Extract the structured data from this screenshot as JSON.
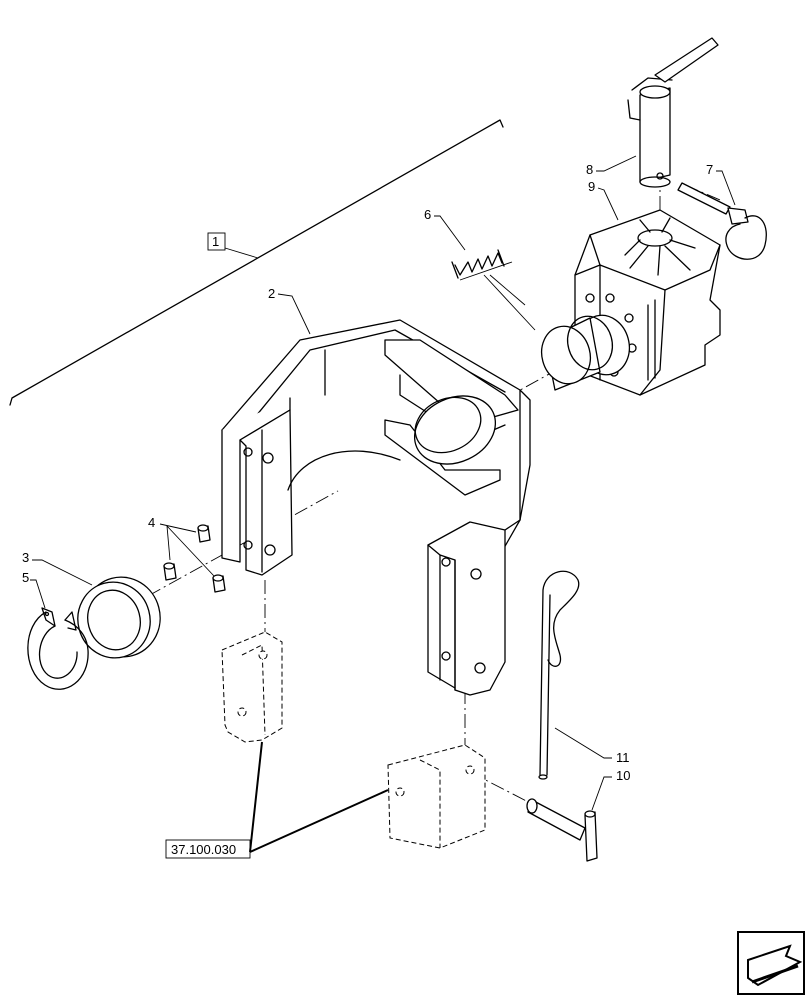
{
  "group_label": "1",
  "callouts": {
    "c2": "2",
    "c3": "3",
    "c4": "4",
    "c5": "5",
    "c6": "6",
    "c7": "7",
    "c8": "8",
    "c9": "9",
    "c10": "10",
    "c11": "11"
  },
  "reference_box": "37.100.030",
  "nav_icon": "next-page-arrow-icon"
}
